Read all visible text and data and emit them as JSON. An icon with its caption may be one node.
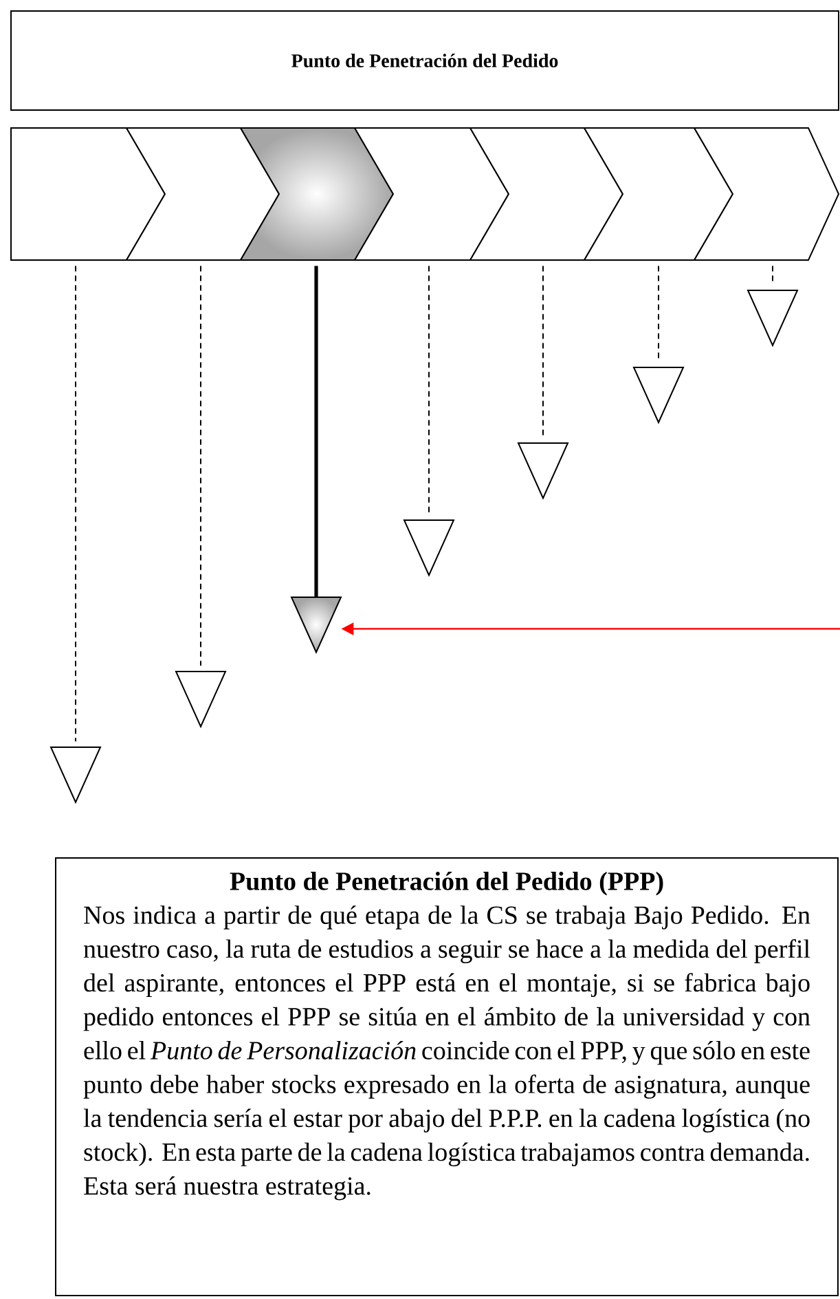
{
  "diagram": {
    "nodes": [
      {
        "text": [
          "Punto de Penetración del Pedido"
        ]
      },
      {
        "text": [],
        "shape": "chevron"
      },
      {
        "text": [],
        "shape": "chevron"
      },
      {
        "text": [],
        "shape": "chevron"
      },
      {
        "text": [],
        "shape": "chevron"
      },
      {
        "text": [],
        "shape": "chevron"
      },
      {
        "text": [],
        "shape": "chevron"
      },
      {
        "text": [],
        "shape": "chevron"
      },
      {
        "text": [],
        "shape": "triangle"
      },
      {
        "text": [],
        "shape": "triangle"
      },
      {
        "text": [],
        "shape": "triangle"
      },
      {
        "text": [],
        "shape": "triangle"
      },
      {
        "text": [],
        "shape": "triangle"
      },
      {
        "text": [],
        "shape": "triangle"
      },
      {
        "text": [],
        "shape": "triangle"
      },
      {
        "text": [
          "Punto de Penetración del Pedido (PPP)",
          "Nos indica a partir de qué etapa de la CS se trabaja Bajo Pedido. En nuestro caso, la ruta de estudios a seguir se hace a la medida del perfil del aspirante, entonces el PPP está en el montaje, si se fabrica bajo pedido entonces el PPP se sitúa en el ámbito de la universidad y con ello el *Punto de Personalización* coincide con el PPP, y que sólo en este punto debe haber stocks expresado en la oferta de asignatura, aunque la tendencia sería el estar por abajo del P.P.P. en la cadena logística (no stock). En esta parte de la cadena logística trabajamos contra demanda. Esta será nuestra estrategia."
        ]
      }
    ],
    "edges": [
      {
        "from": 1,
        "to": 8,
        "arrow": "none",
        "style": "dashed"
      },
      {
        "from": 2,
        "to": 9,
        "arrow": "none",
        "style": "dashed"
      },
      {
        "from": 3,
        "to": 10,
        "arrow": "none",
        "style": "thick"
      },
      {
        "from": 4,
        "to": 11,
        "arrow": "none",
        "style": "dashed"
      },
      {
        "from": 5,
        "to": 12,
        "arrow": "none",
        "style": "dashed"
      },
      {
        "from": 6,
        "to": 13,
        "arrow": "none",
        "style": "dashed"
      },
      {
        "from": 7,
        "to": 14,
        "arrow": "none",
        "style": "dashed"
      },
      {
        "from": null,
        "to": 10,
        "arrow": "to",
        "color": "#ff0000"
      }
    ]
  }
}
